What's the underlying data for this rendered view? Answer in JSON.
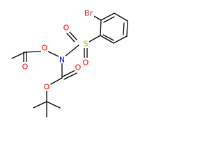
{
  "atoms": {
    "oxygen": "O",
    "nitrogen": "N",
    "sulfur": "S",
    "bromine": "Br"
  },
  "colors": {
    "oxygen": "#ff0000",
    "nitrogen": "#0000ff",
    "sulfur": "#b8b800",
    "bromine": "#a52a2a",
    "bond": "#000000"
  }
}
